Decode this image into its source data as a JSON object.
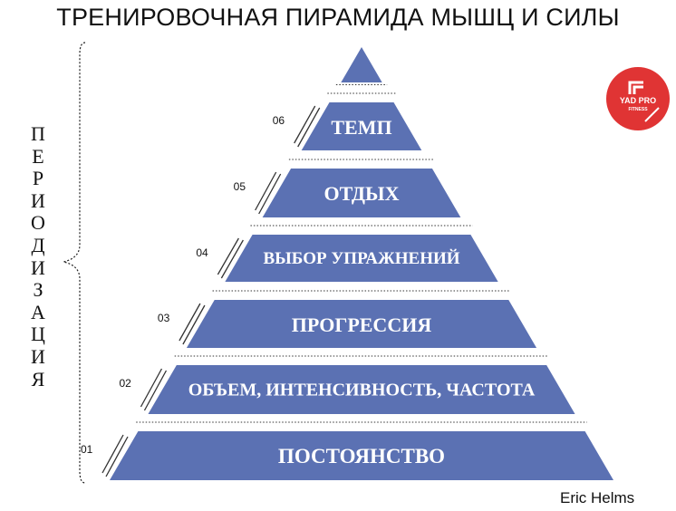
{
  "title": "ТРЕНИРОВОЧНАЯ ПИРАМИДА МЫШЦ И СИЛЫ",
  "side_label": [
    "П",
    "Е",
    "Р",
    "И",
    "О",
    "Д",
    "И",
    "З",
    "А",
    "Ц",
    "И",
    "Я"
  ],
  "levels": [
    {
      "number": "01",
      "label": "ПОСТОЯНСТВО"
    },
    {
      "number": "02",
      "label": "ОБЪЕМ, ИНТЕНСИВНОСТЬ, ЧАСТОТА"
    },
    {
      "number": "03",
      "label": "ПРОГРЕССИЯ"
    },
    {
      "number": "04",
      "label": "ВЫБОР УПРАЖНЕНИЙ"
    },
    {
      "number": "05",
      "label": "ОТДЫХ"
    },
    {
      "number": "06",
      "label": "ТЕМП"
    }
  ],
  "logo": {
    "line1": "YAD PRO",
    "line2": "FITNESS",
    "icon": "arrow-icon"
  },
  "author": "Eric Helms",
  "colors": {
    "tier": "#5b71b3",
    "accent": "#e03434"
  }
}
